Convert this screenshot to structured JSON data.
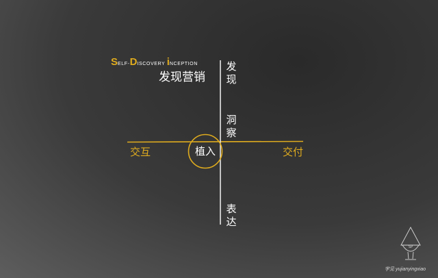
{
  "title": {
    "english": {
      "s_cap": "S",
      "s_rest": "ELF-",
      "d_cap": "D",
      "d_rest": "ISCOVERY ",
      "i_cap": "i",
      "i_rest": "NCEPTION"
    },
    "chinese": "发现营销"
  },
  "axis": {
    "vertical_top": [
      "发",
      "现"
    ],
    "vertical_mid": [
      "洞",
      "察"
    ],
    "vertical_bottom": [
      "表",
      "达"
    ],
    "horizontal_left": "交互",
    "horizontal_right": "交付",
    "center": "植入"
  },
  "watermark": "宇见 yujianyingxiao",
  "logo": {
    "text": "SP"
  },
  "colors": {
    "accent": "#e0ac1e",
    "text": "#ffffff",
    "axis_vertical": "#e8e8e8"
  }
}
